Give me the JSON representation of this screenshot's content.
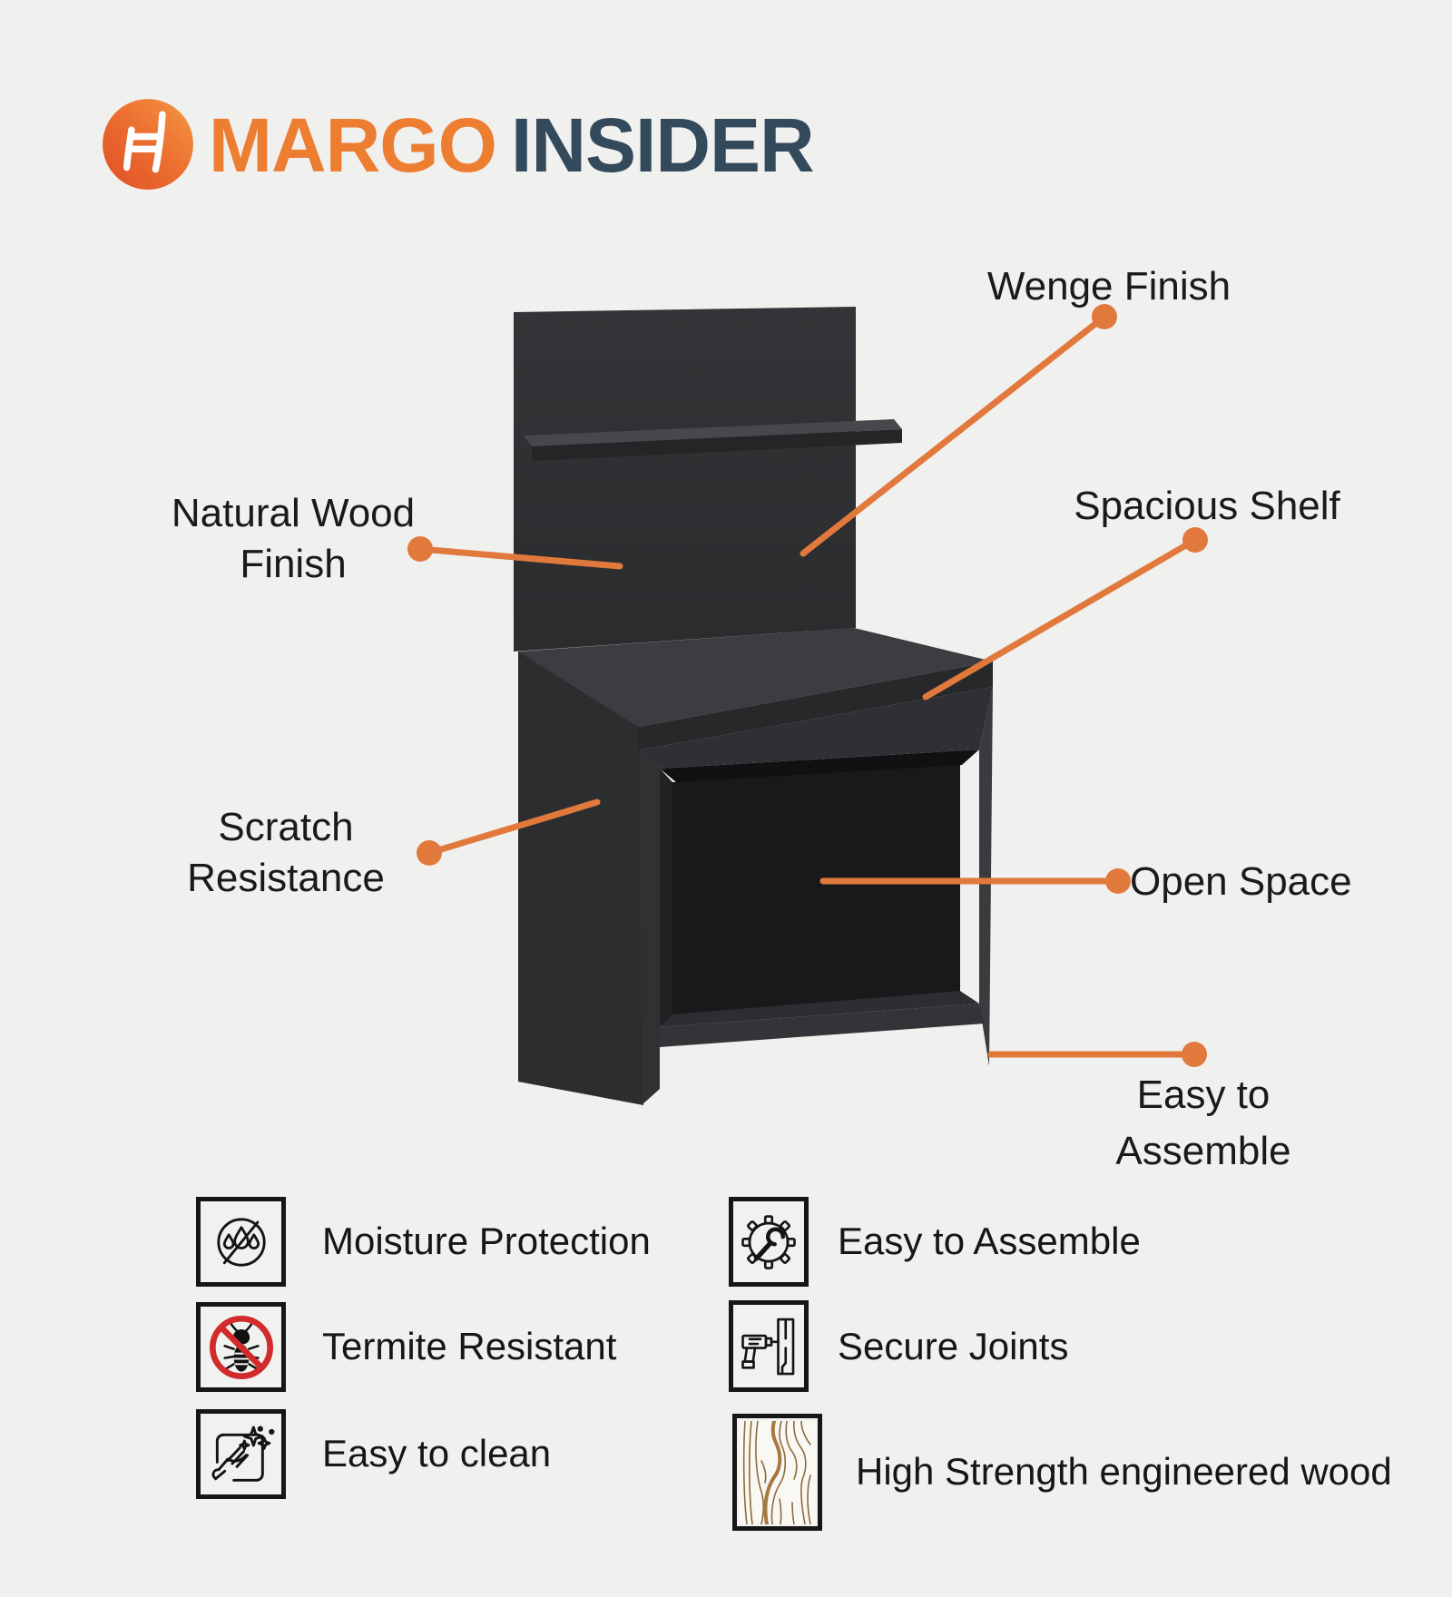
{
  "brand": {
    "word1": "MARGO",
    "word2": "INSIDER"
  },
  "colors": {
    "background": "#f0f0ee",
    "accent_orange": "#e2793c",
    "brand_orange": "#ed7d31",
    "brand_navy": "#33495c",
    "furniture_dark": "#2e2f31",
    "prohibition_red": "#d22b2b"
  },
  "callouts": {
    "wenge": {
      "label": "Wenge Finish"
    },
    "spacious": {
      "label": "Spacious Shelf"
    },
    "natural": {
      "line1": "Natural Wood",
      "line2": "Finish"
    },
    "scratch": {
      "line1": "Scratch",
      "line2": "Resistance"
    },
    "open": {
      "label": "Open Space"
    },
    "assemble": {
      "line1": "Easy to",
      "line2": "Assemble"
    }
  },
  "features": {
    "moisture": {
      "label": "Moisture Protection",
      "icon": "moisture-protection-icon"
    },
    "termite": {
      "label": "Termite Resistant",
      "icon": "termite-resistant-icon"
    },
    "clean": {
      "label": "Easy to clean",
      "icon": "easy-clean-icon"
    },
    "assemble": {
      "label": "Easy to Assemble",
      "icon": "easy-assemble-icon"
    },
    "joints": {
      "label": "Secure Joints",
      "icon": "secure-joints-icon"
    },
    "wood": {
      "label": "High Strength engineered wood",
      "icon": "engineered-wood-icon"
    }
  }
}
